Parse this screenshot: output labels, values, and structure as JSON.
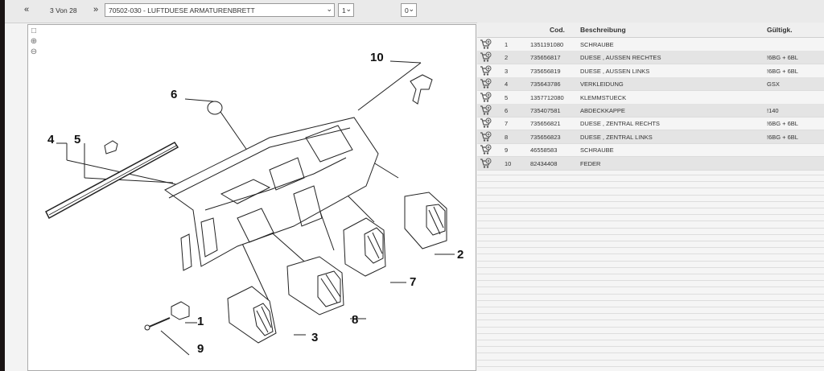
{
  "toolbar": {
    "prev_icon": "«",
    "page_info": "3 Von 28",
    "next_icon": "»",
    "group_select": "70502-030 - LUFTDUESE ARMATURENBRETT",
    "variant_select": "1",
    "option_select": "0"
  },
  "drawing": {
    "tools": [
      "fit-icon",
      "zoom-in-icon",
      "zoom-out-icon"
    ],
    "callouts": [
      "1",
      "2",
      "3",
      "4",
      "5",
      "6",
      "7",
      "8",
      "9",
      "10"
    ]
  },
  "table": {
    "headers": {
      "code": "Cod.",
      "description": "Beschreibung",
      "validity": "Gültigk."
    },
    "rows": [
      {
        "pos": "1",
        "code": "1351191080",
        "desc": "SCHRAUBE",
        "valid": ""
      },
      {
        "pos": "2",
        "code": "735656817",
        "desc": "DUESE , AUSSEN RECHTES",
        "valid": "!6BG + 6BL"
      },
      {
        "pos": "3",
        "code": "735656819",
        "desc": "DUESE , AUSSEN LINKS",
        "valid": "!6BG + 6BL"
      },
      {
        "pos": "4",
        "code": "735643786",
        "desc": "VERKLEIDUNG",
        "valid": "GSX"
      },
      {
        "pos": "5",
        "code": "1357712080",
        "desc": "KLEMMSTUECK",
        "valid": ""
      },
      {
        "pos": "6",
        "code": "735407581",
        "desc": "ABDECKKAPPE",
        "valid": "!140"
      },
      {
        "pos": "7",
        "code": "735656821",
        "desc": "DUESE , ZENTRAL RECHTS",
        "valid": "!6BG + 6BL"
      },
      {
        "pos": "8",
        "code": "735656823",
        "desc": "DUESE , ZENTRAL LINKS",
        "valid": "!6BG + 6BL"
      },
      {
        "pos": "9",
        "code": "46558583",
        "desc": "SCHRAUBE",
        "valid": ""
      },
      {
        "pos": "10",
        "code": "82434408",
        "desc": "FEDER",
        "valid": ""
      }
    ],
    "cart_icon": "add-to-cart-icon"
  }
}
